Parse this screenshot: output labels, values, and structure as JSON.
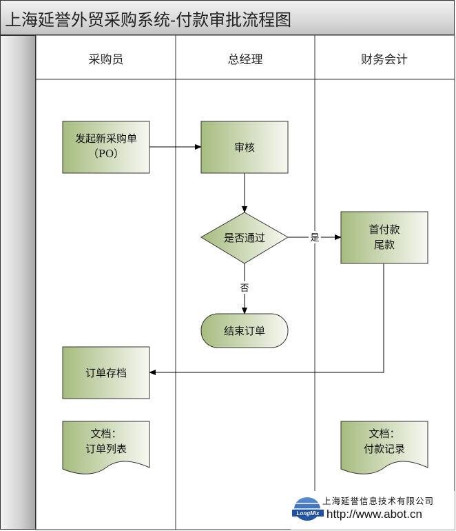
{
  "title": "上海延誉外贸采购系统-付款审批流程图",
  "lanes": [
    "采购员",
    "总经理",
    "财务会计"
  ],
  "nodes": {
    "new_po": [
      "发起新采购单",
      "（PO）"
    ],
    "review": [
      "审核"
    ],
    "decision": [
      "是否通过"
    ],
    "payment": [
      "首付款",
      "尾款"
    ],
    "end": [
      "结束订单"
    ],
    "archive": [
      "订单存档"
    ],
    "doc_order": [
      "文档：",
      "订单列表"
    ],
    "doc_payment": [
      "文档：",
      "付款记录"
    ]
  },
  "edge_labels": {
    "yes": "是",
    "no": "否"
  },
  "logo": {
    "company": "上海延誉信息技术有限公司",
    "url": "http://www.abot.cn",
    "mark": "LongMix"
  },
  "colors": {
    "box_dark": "#a6bc7f",
    "box_light": "#ffffff",
    "border": "#333333"
  }
}
